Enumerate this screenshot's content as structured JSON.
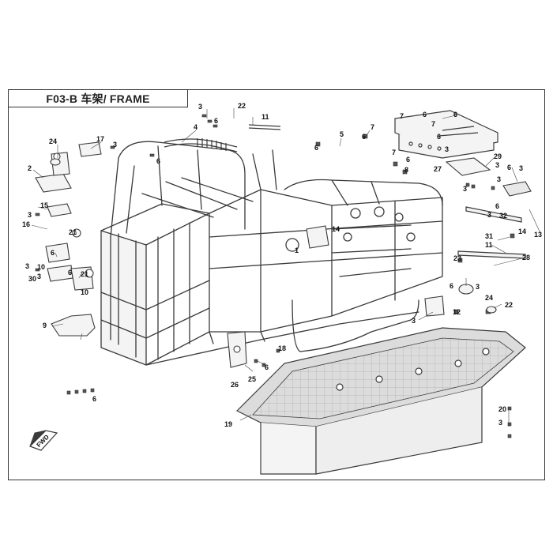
{
  "title": "F03-B 车架/ FRAME",
  "fwd_label": "FWD",
  "callouts": [
    {
      "id": "c1",
      "label": "22"
    },
    {
      "id": "c2",
      "label": "3"
    },
    {
      "id": "c3",
      "label": "6"
    },
    {
      "id": "c4",
      "label": "11"
    },
    {
      "id": "c5",
      "label": "4"
    },
    {
      "id": "c6",
      "label": "17"
    },
    {
      "id": "c7",
      "label": "3"
    },
    {
      "id": "c8",
      "label": "6"
    },
    {
      "id": "c9",
      "label": "24"
    },
    {
      "id": "c10",
      "label": "2"
    },
    {
      "id": "c11",
      "label": "15"
    },
    {
      "id": "c12",
      "label": "3"
    },
    {
      "id": "c13",
      "label": "16"
    },
    {
      "id": "c14",
      "label": "21"
    },
    {
      "id": "c15",
      "label": "3"
    },
    {
      "id": "c16",
      "label": "6"
    },
    {
      "id": "c17",
      "label": "10"
    },
    {
      "id": "c18",
      "label": "3"
    },
    {
      "id": "c19",
      "label": "30"
    },
    {
      "id": "c20",
      "label": "6"
    },
    {
      "id": "c21",
      "label": "21"
    },
    {
      "id": "c22",
      "label": "10"
    },
    {
      "id": "c23",
      "label": "9"
    },
    {
      "id": "c24",
      "label": "6"
    },
    {
      "id": "c25",
      "label": "5"
    },
    {
      "id": "c26",
      "label": "6"
    },
    {
      "id": "c27",
      "label": "7"
    },
    {
      "id": "c28",
      "label": "6"
    },
    {
      "id": "c29",
      "label": "7"
    },
    {
      "id": "c30",
      "label": "6"
    },
    {
      "id": "c31",
      "label": "8"
    },
    {
      "id": "c32",
      "label": "6"
    },
    {
      "id": "c33",
      "label": "6"
    },
    {
      "id": "c34",
      "label": "7"
    },
    {
      "id": "c35",
      "label": "7"
    },
    {
      "id": "c36",
      "label": "6"
    },
    {
      "id": "c37",
      "label": "3"
    },
    {
      "id": "c38",
      "label": "27"
    },
    {
      "id": "c39",
      "label": "29"
    },
    {
      "id": "c40",
      "label": "6"
    },
    {
      "id": "c41",
      "label": "3"
    },
    {
      "id": "c42",
      "label": "3"
    },
    {
      "id": "c43",
      "label": "3"
    },
    {
      "id": "c44",
      "label": "3"
    },
    {
      "id": "c45",
      "label": "6"
    },
    {
      "id": "c46",
      "label": "3"
    },
    {
      "id": "c47",
      "label": "32"
    },
    {
      "id": "c48",
      "label": "14"
    },
    {
      "id": "c49",
      "label": "31"
    },
    {
      "id": "c50",
      "label": "13"
    },
    {
      "id": "c51",
      "label": "11"
    },
    {
      "id": "c52",
      "label": "28"
    },
    {
      "id": "c53",
      "label": "1"
    },
    {
      "id": "c54",
      "label": "14"
    },
    {
      "id": "c55",
      "label": "23"
    },
    {
      "id": "c56",
      "label": "6"
    },
    {
      "id": "c57",
      "label": "3"
    },
    {
      "id": "c58",
      "label": "24"
    },
    {
      "id": "c59",
      "label": "22"
    },
    {
      "id": "c60",
      "label": "3"
    },
    {
      "id": "c61",
      "label": "12"
    },
    {
      "id": "c62",
      "label": "26"
    },
    {
      "id": "c63",
      "label": "25"
    },
    {
      "id": "c64",
      "label": "6"
    },
    {
      "id": "c65",
      "label": "18"
    },
    {
      "id": "c66",
      "label": "19"
    },
    {
      "id": "c67",
      "label": "20"
    },
    {
      "id": "c68",
      "label": "3"
    }
  ],
  "colors": {
    "line": "#3a3a3a",
    "fill_light": "#f4f4f4",
    "fill_mid": "#dcdcdc",
    "fill_dark": "#555555",
    "text": "#111111"
  }
}
